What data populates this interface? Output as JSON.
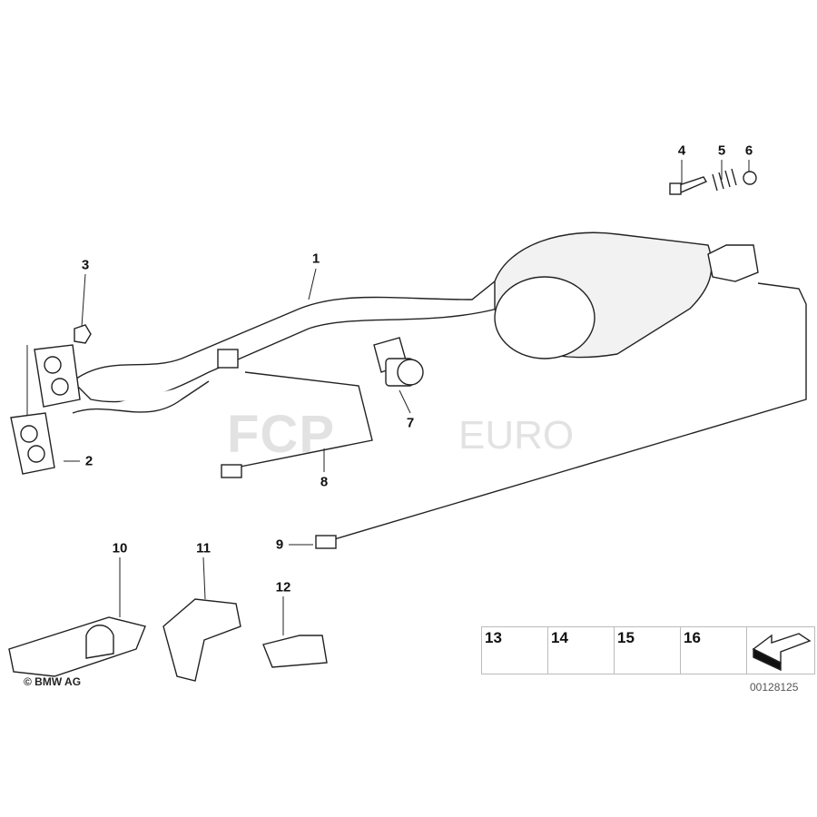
{
  "diagram": {
    "callouts": [
      "1",
      "2",
      "3",
      "4",
      "5",
      "6",
      "7",
      "8",
      "9",
      "10",
      "11",
      "12"
    ],
    "panel_callouts": [
      "13",
      "14",
      "15",
      "16"
    ],
    "copyright": "© BMW AG",
    "image_number": "00128125",
    "watermark": {
      "brand": "FCP",
      "suffix": "EURO"
    },
    "line_color": "#222222"
  }
}
